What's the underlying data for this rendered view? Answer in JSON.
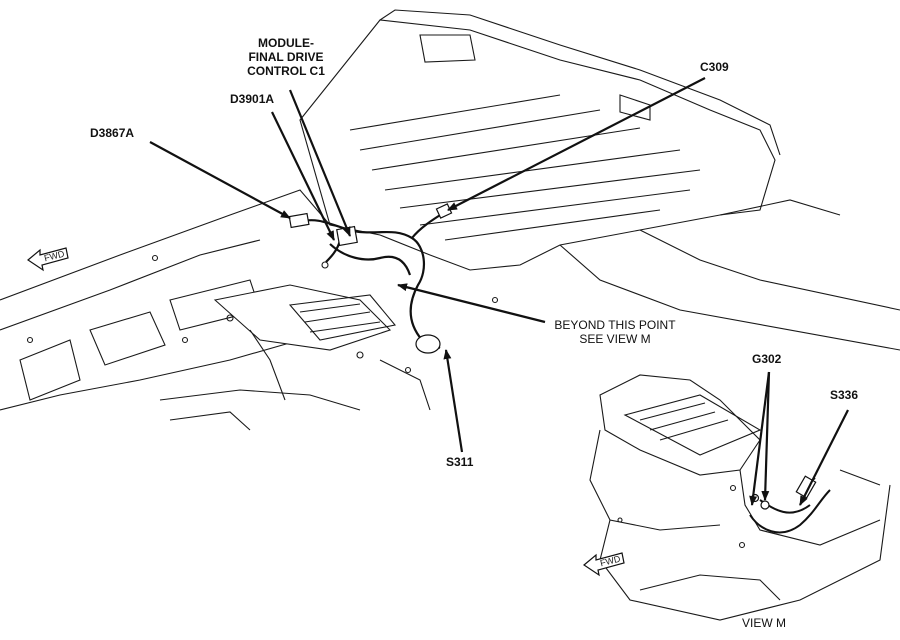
{
  "callouts": {
    "module": [
      "MODULE-",
      "FINAL DRIVE",
      "CONTROL C1"
    ],
    "d3901a": "D3901A",
    "d3867a": "D3867A",
    "c309": "C309",
    "beyond": [
      "BEYOND THIS POINT",
      "SEE VIEW M"
    ],
    "s311": "S311",
    "g302": "G302",
    "s336": "S336",
    "view_m": "VIEW M"
  },
  "fwd_label": "FWD",
  "colors": {
    "line": "#1a1a1a",
    "fill": "#ffffff",
    "shade": "#d9d9d9"
  }
}
